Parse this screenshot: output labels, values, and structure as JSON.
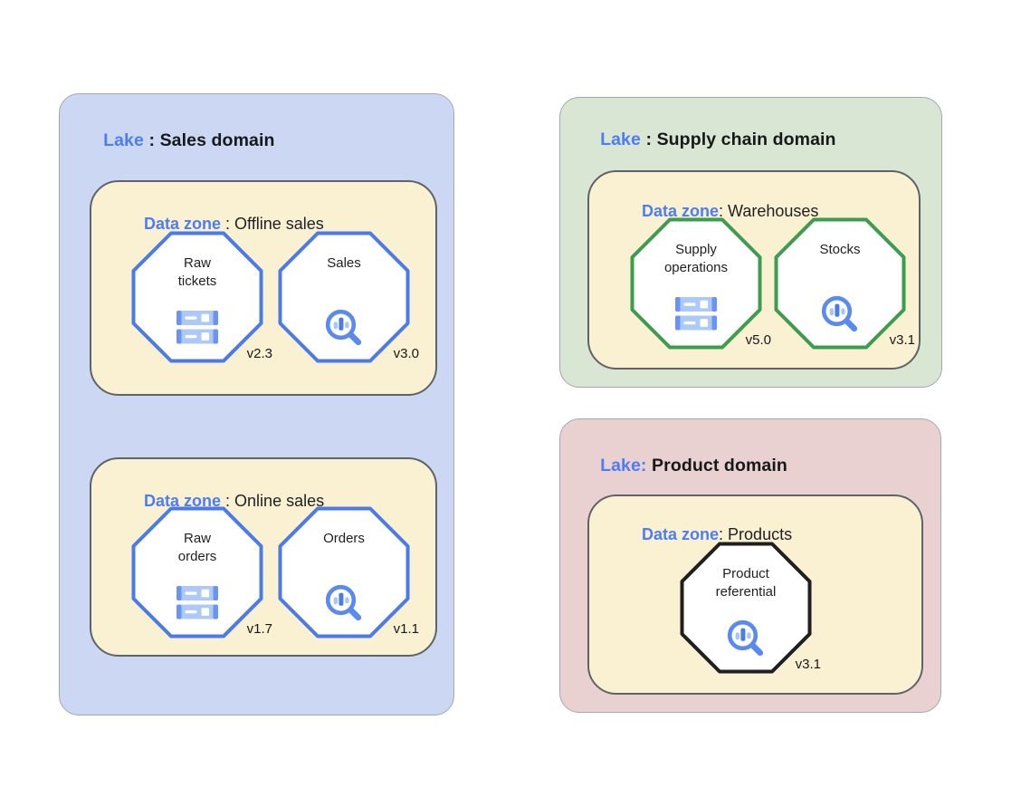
{
  "colors": {
    "label_blue": "#4d7df5",
    "text_dark": "#202124",
    "zone_bg": "#faf0d2",
    "zone_border": "#5f6368",
    "lake_border": "#a2a8b3",
    "entity_fill": "#ffffff",
    "entity_border_blue": "#4a7be8",
    "entity_border_green": "#3d9d4e",
    "entity_border_black": "#1f1f1f",
    "icon_blue": "#4a7ce9",
    "icon_blue_mid": "#6a93f3",
    "icon_blue_light": "#adc9f8"
  },
  "lakes": [
    {
      "label": "Lake",
      "title": " : Sales domain",
      "bg": "#ccd8f3",
      "zones": [
        {
          "label": "Data zone",
          "title": " : Offline sales",
          "entities": [
            {
              "name": "Raw\ntickets",
              "version": "v2.3",
              "border": "#4a7be8",
              "icon": "storage-icon"
            },
            {
              "name": "Sales",
              "version": "v3.0",
              "border": "#4a7be8",
              "icon": "search-analytics-icon"
            }
          ]
        },
        {
          "label": "Data zone",
          "title": " : Online sales",
          "entities": [
            {
              "name": "Raw\norders",
              "version": "v1.7",
              "border": "#4a7be8",
              "icon": "storage-icon"
            },
            {
              "name": "Orders",
              "version": "v1.1",
              "border": "#4a7be8",
              "icon": "search-analytics-icon"
            }
          ]
        }
      ]
    },
    {
      "label": "Lake",
      "title": " : Supply chain domain",
      "bg": "#d8e6d3",
      "zones": [
        {
          "label": "Data zone",
          "title": ": Warehouses",
          "entities": [
            {
              "name": "Supply\noperations",
              "version": "v5.0",
              "border": "#3d9d4e",
              "icon": "storage-icon"
            },
            {
              "name": "Stocks",
              "version": "v3.1",
              "border": "#3d9d4e",
              "icon": "search-analytics-icon"
            }
          ]
        }
      ]
    },
    {
      "label": "Lake:",
      "title": " Product domain",
      "bg": "#e9d1d1",
      "zones": [
        {
          "label": "Data zone",
          "title": ": Products",
          "entities": [
            {
              "name": "Product\nreferential",
              "version": "v3.1",
              "border": "#1f1f1f",
              "icon": "search-analytics-icon"
            }
          ]
        }
      ]
    }
  ]
}
